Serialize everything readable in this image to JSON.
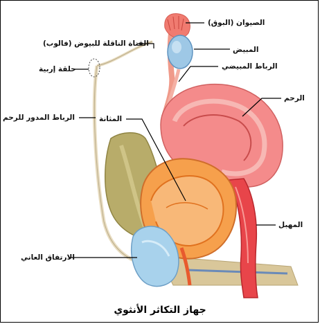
{
  "caption": "جهاز التكاثر الأنثوي",
  "labels": {
    "fimbriae": "الصيوان (البوق)",
    "fallopian_tube": "القناة الناقلة للبيوض (فالوب)",
    "ovary": "المبيض",
    "inguinal_ring": "حلقة إربية",
    "ovarian_ligament": "الرباط المبيضي",
    "uterus": "الرحم",
    "bladder": "المثانة",
    "round_ligament": "الرباط المدور للرحم",
    "vagina": "المهبل",
    "pubic_symphysis": "الارتفاق العاني"
  }
}
